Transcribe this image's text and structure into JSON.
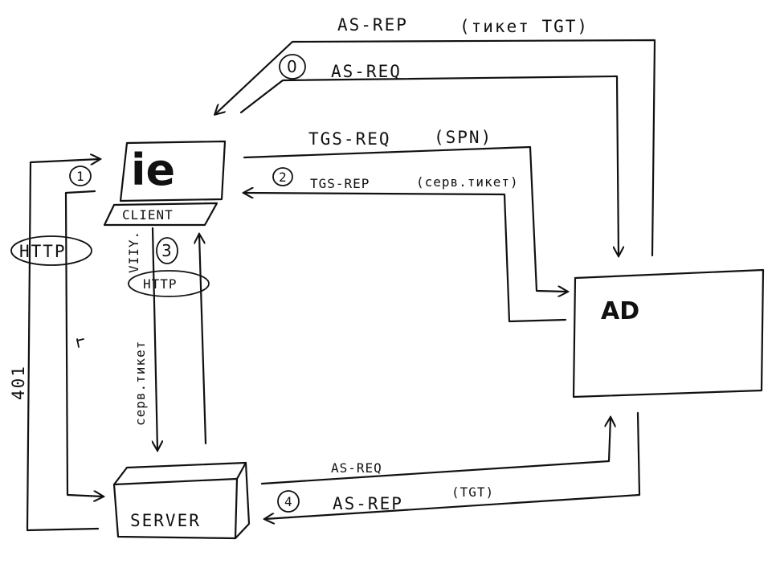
{
  "nodes": {
    "client": {
      "label": "CLIENT",
      "logo": "ie"
    },
    "ad": {
      "label": "AD"
    },
    "server": {
      "label": "SERVER"
    }
  },
  "messages": {
    "as_rep_top": "AS-REP",
    "as_rep_top_note": "(тикет TGT)",
    "as_req_top": "AS-REQ",
    "tgs_req": "TGS-REQ",
    "tgs_req_note": "(SPN)",
    "tgs_rep": "TGS-REP",
    "tgs_rep_note": "(серв.тикет)",
    "as_req_bottom": "AS-REQ",
    "as_rep_bottom": "AS-REP",
    "as_rep_bottom_note": "(TGT)",
    "http_left": "HTTP",
    "http_mid": "HTTP",
    "code_401": "401",
    "serv_ticket_vertical": "серв.тикет",
    "vertical_misc": "VIIY."
  },
  "steps": [
    "0",
    "1",
    "2",
    "3",
    "4"
  ]
}
